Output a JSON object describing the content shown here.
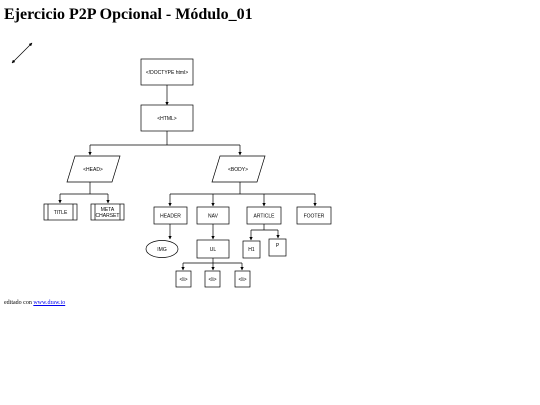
{
  "page": {
    "title": "Ejercicio P2P Opcional - Módulo_01",
    "footer_prefix": "editado con ",
    "footer_link": "www.draw.io"
  },
  "diagram": {
    "nodes": {
      "doctype": "<!DOCTYPE html>",
      "html": "<HTML>",
      "head": "<HEAD>",
      "body": "<BODY>",
      "title": "TITLE",
      "meta_line1": "META",
      "meta_line2": "CHARSET",
      "header": "HEADER",
      "nav": "NAV",
      "article": "ARTICLE",
      "footer": "FOOTER",
      "img": "IMG",
      "ul": "UL",
      "li1": "<li>",
      "li2": "<li>",
      "li3": "<li>",
      "h1": "H1",
      "p": "P"
    }
  },
  "colors": {
    "stroke": "#000000",
    "fill": "#ffffff",
    "link": "#0000ee"
  }
}
